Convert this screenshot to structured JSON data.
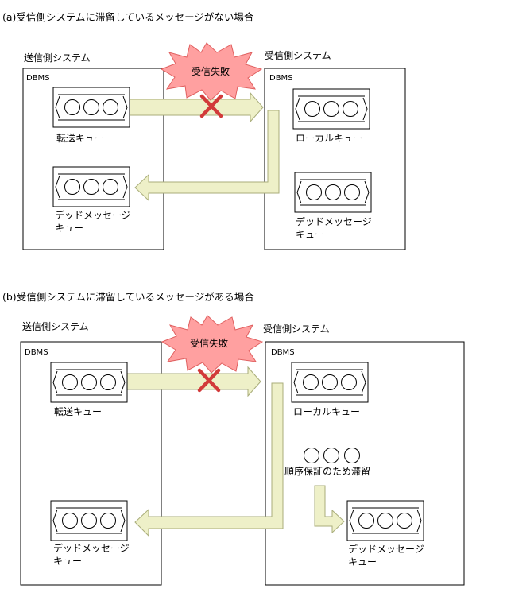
{
  "panel_a": {
    "title": "(a)受信側システムに滞留しているメッセージがない場合",
    "sender_title": "送信側システム",
    "receiver_title": "受信側システム",
    "sender_dbms": "DBMS",
    "receiver_dbms": "DBMS",
    "transfer_queue": "転送キュー",
    "local_queue": "ローカルキュー",
    "sender_dlq_line1": "デッドメッセージ",
    "sender_dlq_line2": "キュー",
    "receiver_dlq_line1": "デッドメッセージ",
    "receiver_dlq_line2": "キュー",
    "failure": "受信失敗"
  },
  "panel_b": {
    "title": "(b)受信側システムに滞留しているメッセージがある場合",
    "sender_title": "送信側システム",
    "receiver_title": "受信側システム",
    "sender_dbms": "DBMS",
    "receiver_dbms": "DBMS",
    "transfer_queue": "転送キュー",
    "local_queue": "ローカルキュー",
    "sender_dlq_line1": "デッドメッセージ",
    "sender_dlq_line2": "キュー",
    "receiver_dlq_line1": "デッドメッセージ",
    "receiver_dlq_line2": "キュー",
    "pending": "順序保証のため滞留",
    "failure": "受信失敗"
  },
  "colors": {
    "arrow_fill": "#eef0c8",
    "arrow_stroke": "#a9ad7a",
    "burst_fill": "#ffa0a0",
    "burst_stroke": "#e06060",
    "cross": "#d23a3a"
  }
}
